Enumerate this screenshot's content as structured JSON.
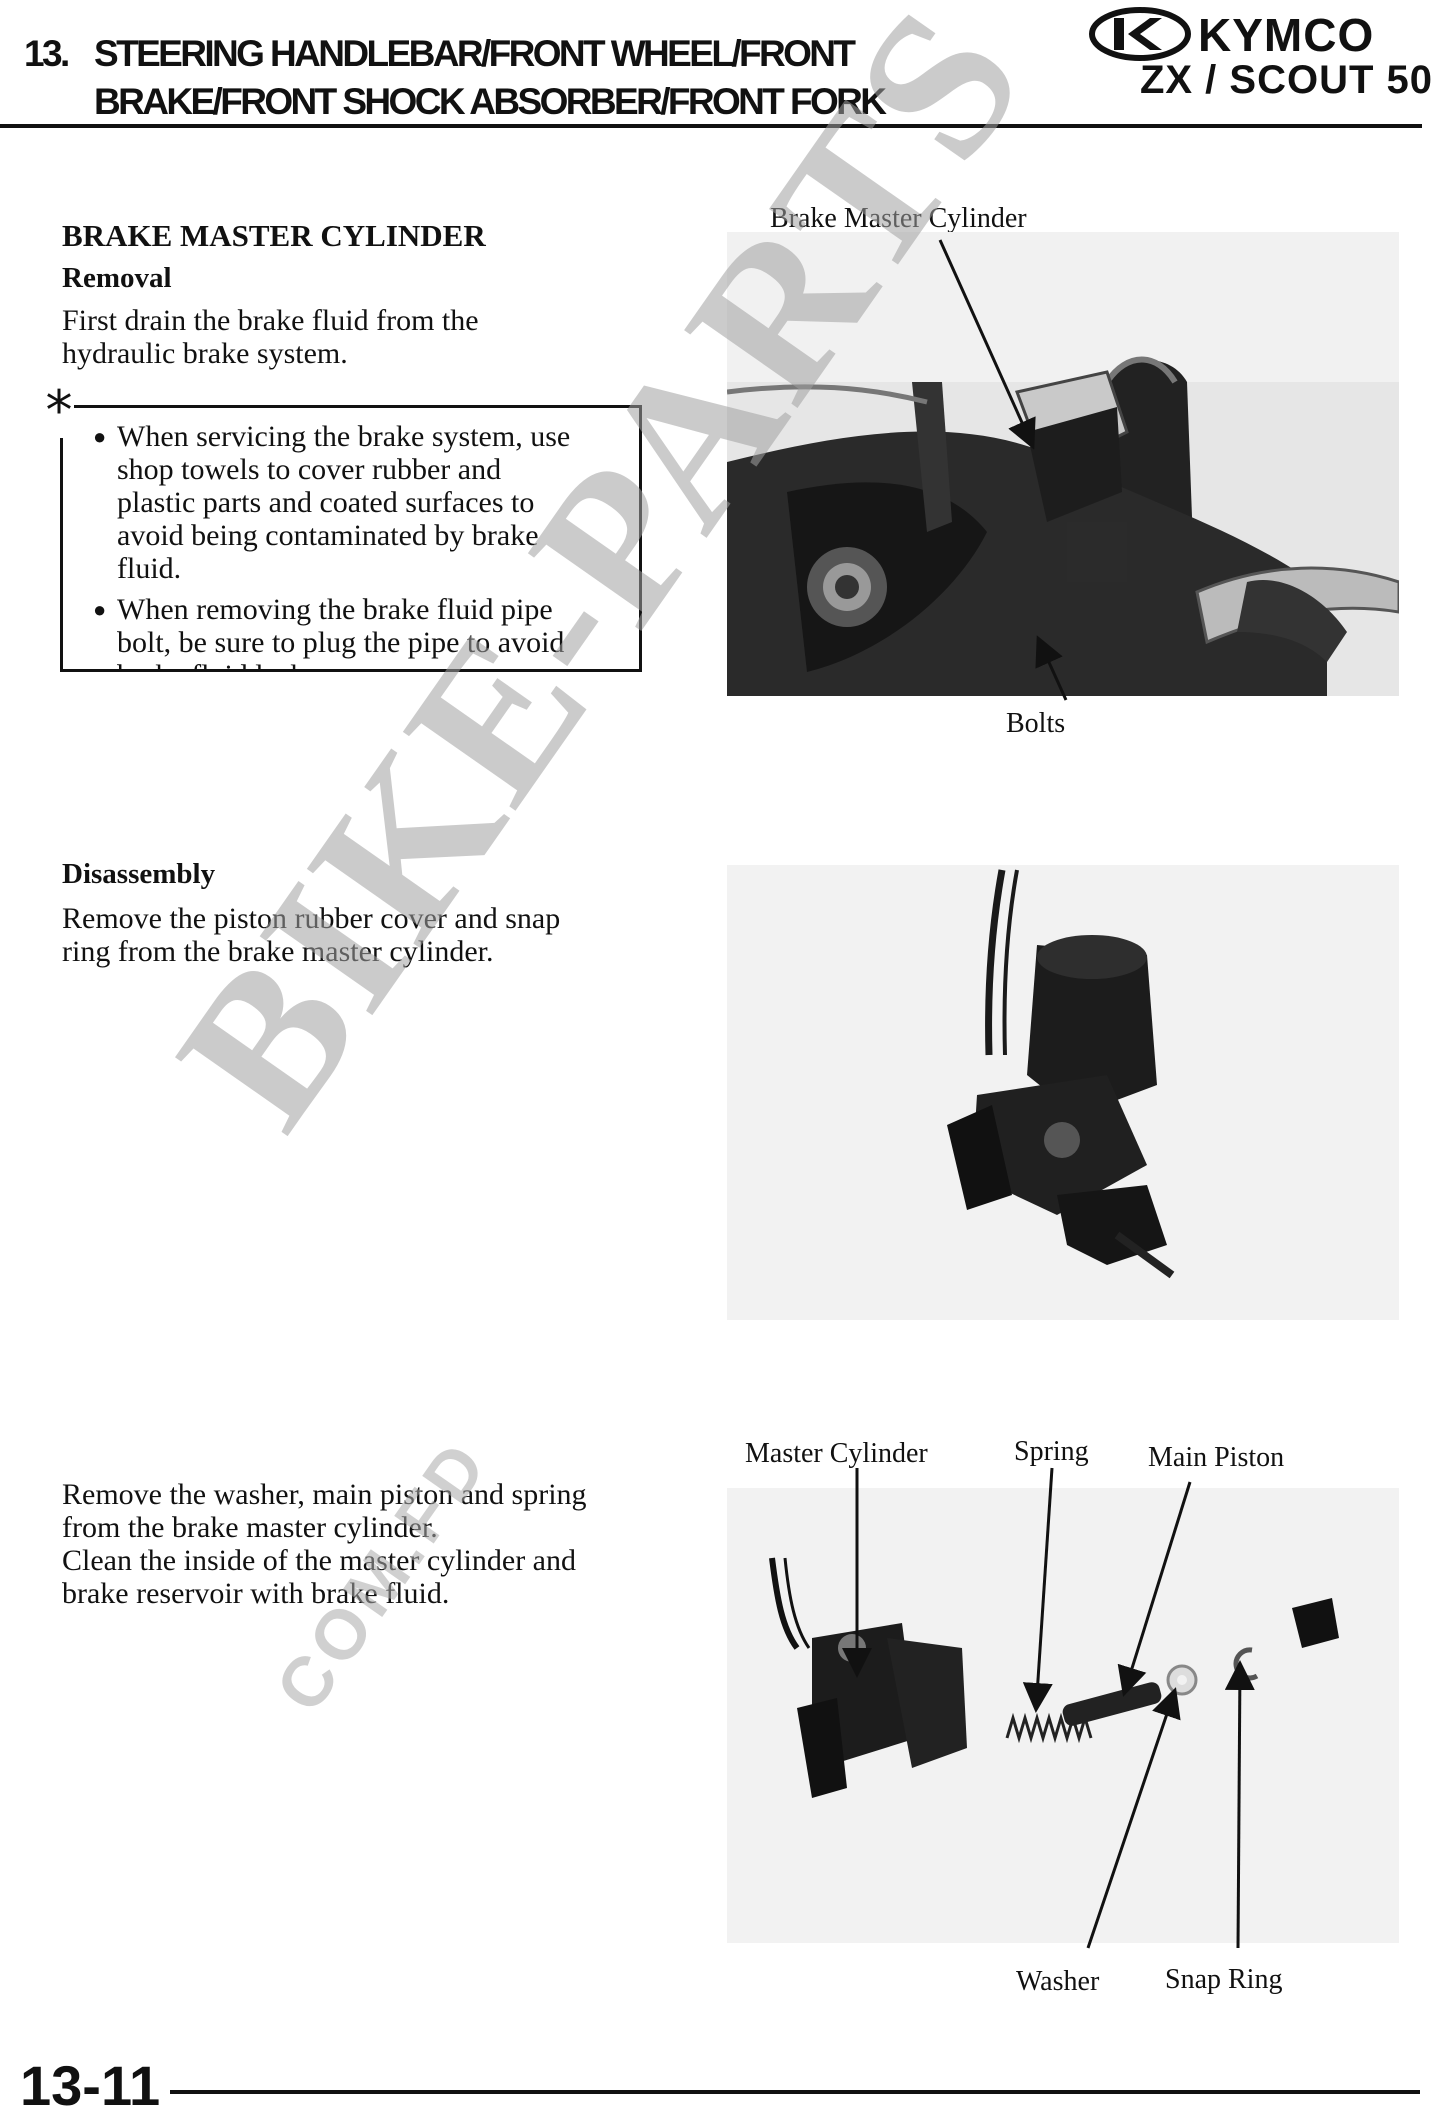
{
  "header": {
    "chapter_number": "13.",
    "title_line1": "STEERING HANDLEBAR/FRONT WHEEL/FRONT",
    "title_line2": "BRAKE/FRONT SHOCK ABSORBER/FRONT FORK",
    "brand": "KYMCO",
    "model": "ZX / SCOUT 50"
  },
  "section": {
    "title": "BRAKE MASTER CYLINDER",
    "removal": {
      "heading": "Removal",
      "text_line1": "First drain the brake fluid from the",
      "text_line2": "hydraulic brake system.",
      "note_symbol": "*",
      "notes": [
        [
          "When servicing the brake system, use",
          "shop towels to cover rubber and",
          "plastic parts and coated surfaces to",
          "avoid being contaminated by brake",
          "fluid."
        ],
        [
          "When removing the brake fluid pipe",
          "bolt, be sure to plug the pipe to avoid",
          "brake fluid leakage."
        ]
      ]
    },
    "disassembly": {
      "heading": "Disassembly",
      "text_line1": "Remove the piston rubber cover and snap",
      "text_line2": "ring from the brake master cylinder."
    },
    "cleaning": {
      "line1": "Remove the washer, main piston and spring",
      "line2": "from the brake master cylinder.",
      "line3": "Clean the inside of the master cylinder and",
      "line4": "brake reservoir with brake fluid."
    }
  },
  "figures": {
    "fig1": {
      "label_top": "Brake Master Cylinder",
      "label_bottom": "Bolts"
    },
    "fig3": {
      "master_cylinder": "Master Cylinder",
      "spring": "Spring",
      "main_piston": "Main Piston",
      "washer": "Washer",
      "snap_ring": "Snap Ring"
    }
  },
  "watermark": {
    "main": "BIKE-PARTS",
    "sub": "COM.FD"
  },
  "footer": {
    "page_number": "13-11"
  }
}
